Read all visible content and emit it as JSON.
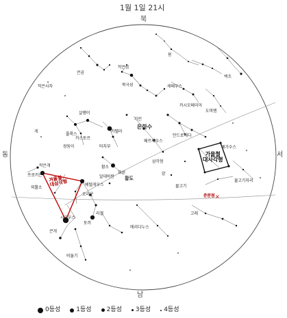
{
  "header": {
    "datetime": "1월 1일 21시"
  },
  "directions": {
    "north": "북",
    "south": "남",
    "east": "동",
    "west": "서"
  },
  "constellations": {
    "giraffe": "기린",
    "little_dipper": "작은곰",
    "polaris": "북극성",
    "big_dipper": "큰곰",
    "draco": "용",
    "cepheus": "세페우스",
    "cassiopeia": "카시오페이아",
    "swan": "백조",
    "lizard": "도마뱀",
    "milky_way": "은하수",
    "lynx": "살쾡이",
    "leo_minor": "작은사자",
    "crab": "게",
    "gemini": "쌍둥이",
    "castor": "카스토르",
    "pollux": "폴룩스",
    "capella": "카펠라",
    "auriga": "마차부",
    "perseus": "페르세우스",
    "andromeda": "안드로메다",
    "triangle": "삼각형",
    "pegasus": "페가수스",
    "pisces": "물고기",
    "aries": "양",
    "taurus": "황소",
    "aldebaran": "알데바란",
    "pleiades": "묘성",
    "orion": "오리온",
    "betelgeuse": "베텔게우스",
    "rigel": "리겔",
    "canis_minor": "작은개",
    "procyon": "프로키온",
    "monoceros": "외뿔소",
    "canis_major": "큰개",
    "sirius": "시리우스",
    "hare": "토끼",
    "eridanus": "에리다누스",
    "cetus": "고래",
    "whale": "물고기자리",
    "spring_equinox": "춘분점",
    "ecliptic": "황도",
    "pigeon": "비둘기",
    "winter_triangle": "겨울철\n대삼각형",
    "autumn_square": "가을철\n대사각형"
  },
  "legend": [
    {
      "label": "0등성",
      "size": 4.2
    },
    {
      "label": "1등성",
      "size": 3.4
    },
    {
      "label": "2등성",
      "size": 2.6
    },
    {
      "label": "3등성",
      "size": 1.8
    },
    {
      "label": "4등성",
      "size": 1.1
    }
  ],
  "colors": {
    "highlight": "#c00000",
    "line": "#555555",
    "star": "#111111"
  }
}
